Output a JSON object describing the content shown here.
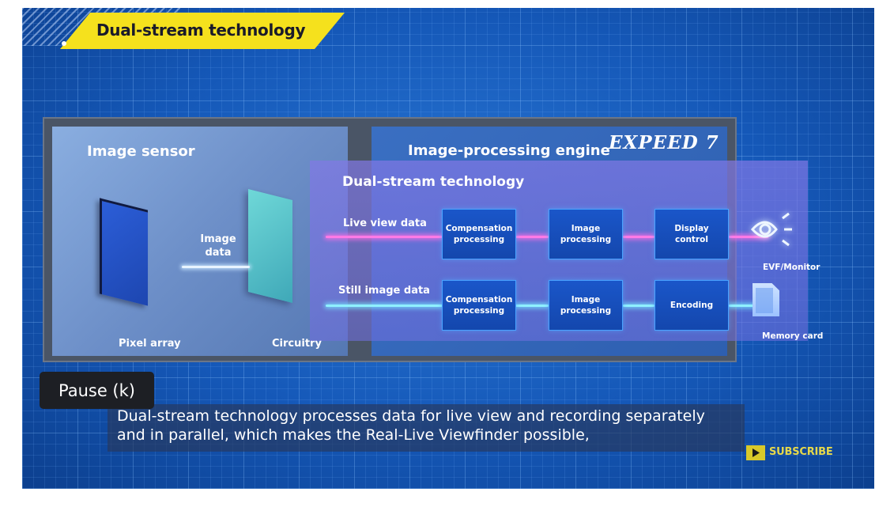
{
  "video": {
    "banner_title": "Dual-stream technology",
    "diagram": {
      "sensor_title": "Image sensor",
      "engine_title": "Image-processing engine",
      "engine_logo": "EXPEED 7",
      "dual_stream_title": "Dual-stream technology",
      "image_data_label_line1": "Image",
      "image_data_label_line2": "data",
      "pixel_array_label": "Pixel array",
      "circuitry_label": "Circuitry",
      "live_view_label": "Live view data",
      "still_image_label": "Still image data",
      "live_boxes": [
        {
          "line1": "Compensation",
          "line2": "processing"
        },
        {
          "line1": "Image",
          "line2": "processing"
        },
        {
          "line1": "Display",
          "line2": "control"
        }
      ],
      "still_boxes": [
        {
          "line1": "Compensation",
          "line2": "processing"
        },
        {
          "line1": "Image",
          "line2": "processing"
        },
        {
          "line1": "Encoding",
          "line2": ""
        }
      ],
      "evf_label": "EVF/Monitor",
      "memory_card_label": "Memory card"
    },
    "caption_line1": "Dual-stream technology processes data for live view and recording separately",
    "caption_line2": "and in parallel, which makes the Real-Live Viewfinder possible,",
    "subscribe_label": "SUBSCRIBE"
  },
  "player": {
    "pause_tooltip": "Pause (k)"
  },
  "colors": {
    "banner_yellow": "#f5e11d",
    "background_blue": "#1558b8",
    "live_stream": "#ff7ae6",
    "still_stream": "#8ff0ff"
  },
  "icons": [
    "eye-icon",
    "memory-card-icon",
    "play-triangle-icon"
  ]
}
